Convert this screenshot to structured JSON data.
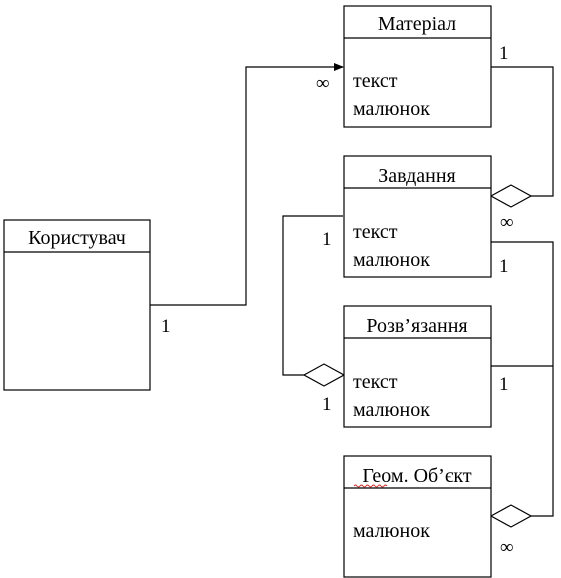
{
  "entities": {
    "user": {
      "title": "Користувач",
      "attributes": []
    },
    "material": {
      "title": "Матеріал",
      "attributes": [
        "текст",
        "малюнок"
      ]
    },
    "task": {
      "title": "Завдання",
      "attributes": [
        "текст",
        "малюнок"
      ]
    },
    "solution": {
      "title": "Розв’язання",
      "attributes": [
        "текст",
        "малюнок"
      ]
    },
    "geom": {
      "title": "Геом. Об’єкт",
      "attributes": [
        "малюнок"
      ]
    }
  },
  "multiplicities": {
    "user_material_user": "1",
    "user_material_material": "∞",
    "material_task_material": "1",
    "material_task_task": "∞",
    "task_solution_task": "1",
    "task_solution_solution": "1",
    "task_geom_task": "1",
    "task_geom_geom": "∞",
    "solution_geom_solution": "1"
  },
  "colors": {
    "line": "#000000",
    "background": "#ffffff",
    "spellcheck_underline": "#d02020"
  }
}
